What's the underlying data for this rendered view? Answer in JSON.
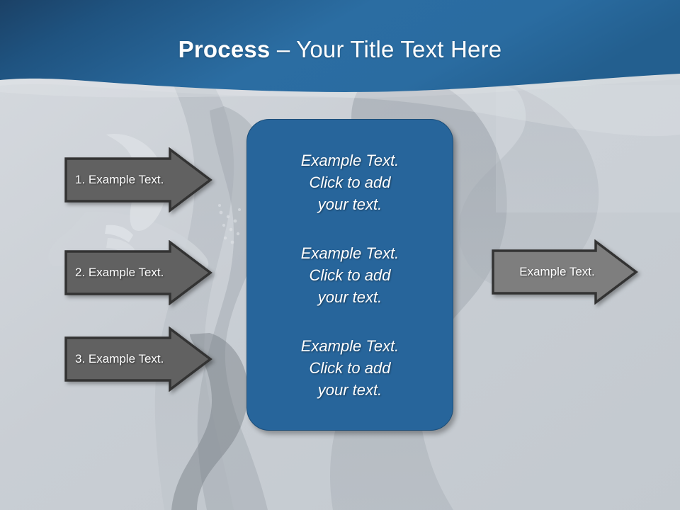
{
  "slide": {
    "title_bold": "Process",
    "title_rest": " – Your Title Text Here",
    "background_color": "#ccd1d6",
    "header_color_dark": "#1d4b73",
    "header_color_light": "#2a6fa6",
    "accent_color": "#27659b",
    "arrow_step_color": "#616161",
    "arrow_output_color": "#7e7e7e",
    "arrow_border_color": "#333333"
  },
  "steps": [
    {
      "label": "1. Example Text."
    },
    {
      "label": "2. Example Text."
    },
    {
      "label": "3. Example Text."
    }
  ],
  "panel": {
    "blocks": [
      {
        "text": "Example Text.\nClick  to add\nyour text."
      },
      {
        "text": "Example Text.\nClick  to add\nyour text."
      },
      {
        "text": "Example Text.\nClick  to add\nyour text."
      }
    ]
  },
  "output": {
    "label": "Example Text."
  }
}
